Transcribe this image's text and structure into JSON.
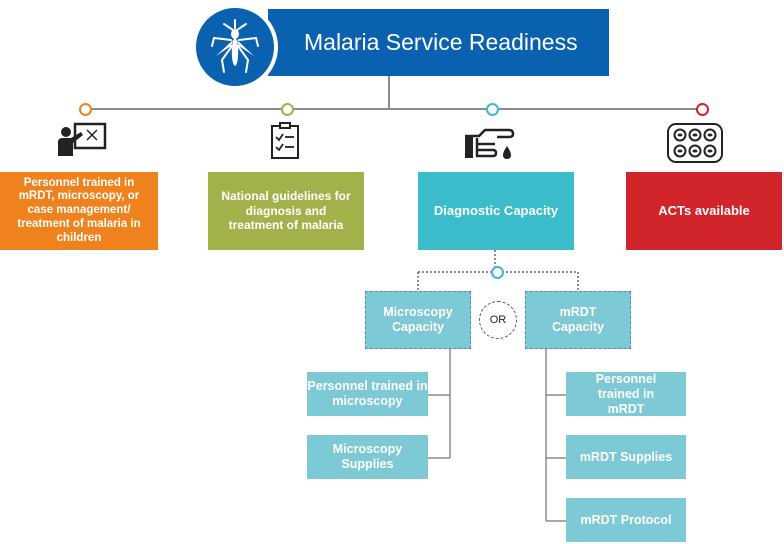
{
  "title": "Malaria Service Readiness",
  "colors": {
    "title_blue": "#0a61b0",
    "orange": "#f0821e",
    "olive": "#a3b14a",
    "teal": "#3bbccb",
    "red": "#d2242b",
    "light_teal": "#7ec9d6",
    "connector_gray": "#8c8c8c"
  },
  "icons": {
    "logo": "mosquito-icon",
    "personnel": "trainer-presentation-icon",
    "guidelines": "checklist-document-icon",
    "diagnostic": "finger-blood-drop-icon",
    "acts": "pill-blister-pack-icon"
  },
  "categories": [
    {
      "label": "Personnel trained in mRDT,  microscopy, or case management/ treatment of malaria in children",
      "color": "#f0821e"
    },
    {
      "label": "National guidelines for diagnosis and treatment of malaria",
      "color": "#a3b14a"
    },
    {
      "label": "Diagnostic Capacity",
      "color": "#3bbccb"
    },
    {
      "label": "ACTs available",
      "color": "#d2242b"
    }
  ],
  "or_label": "OR",
  "microscopy": {
    "header": "Microscopy Capacity",
    "items": [
      "Personnel trained in microscopy",
      "Microscopy Supplies"
    ]
  },
  "mrdt": {
    "header": "mRDT Capacity",
    "items": [
      "Personnel trained in mRDT",
      "mRDT Supplies",
      "mRDT Protocol"
    ]
  }
}
